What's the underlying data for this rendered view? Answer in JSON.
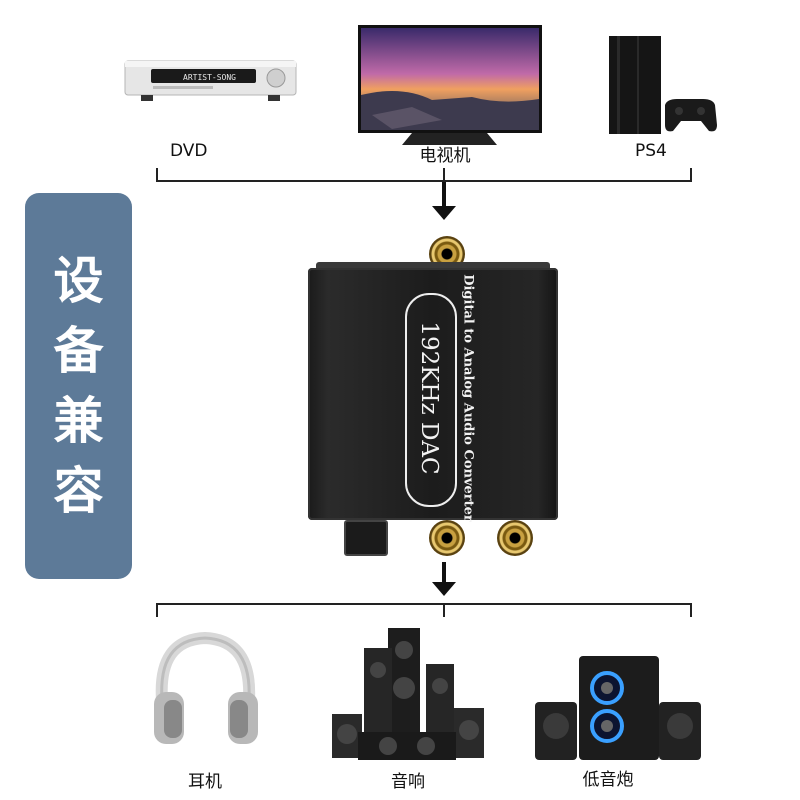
{
  "sources": {
    "dvd_label": "DVD",
    "tv_label": "电视机",
    "ps4_label": "PS4",
    "dvd_display_text": "ARTIST-SONG"
  },
  "side_panel": {
    "title_chars": [
      "设",
      "备",
      "兼",
      "容"
    ]
  },
  "device": {
    "main_text": "192KHz DAC",
    "sub_text": "Digital to Analog Audio Converter"
  },
  "outputs": {
    "headphones_label": "耳机",
    "speakers_label": "音响",
    "subwoofer_label": "低音炮"
  },
  "colors": {
    "side_panel": "#5d7a98",
    "line": "#222222",
    "device": "#1c1c1c",
    "gold": "#c8a040"
  }
}
